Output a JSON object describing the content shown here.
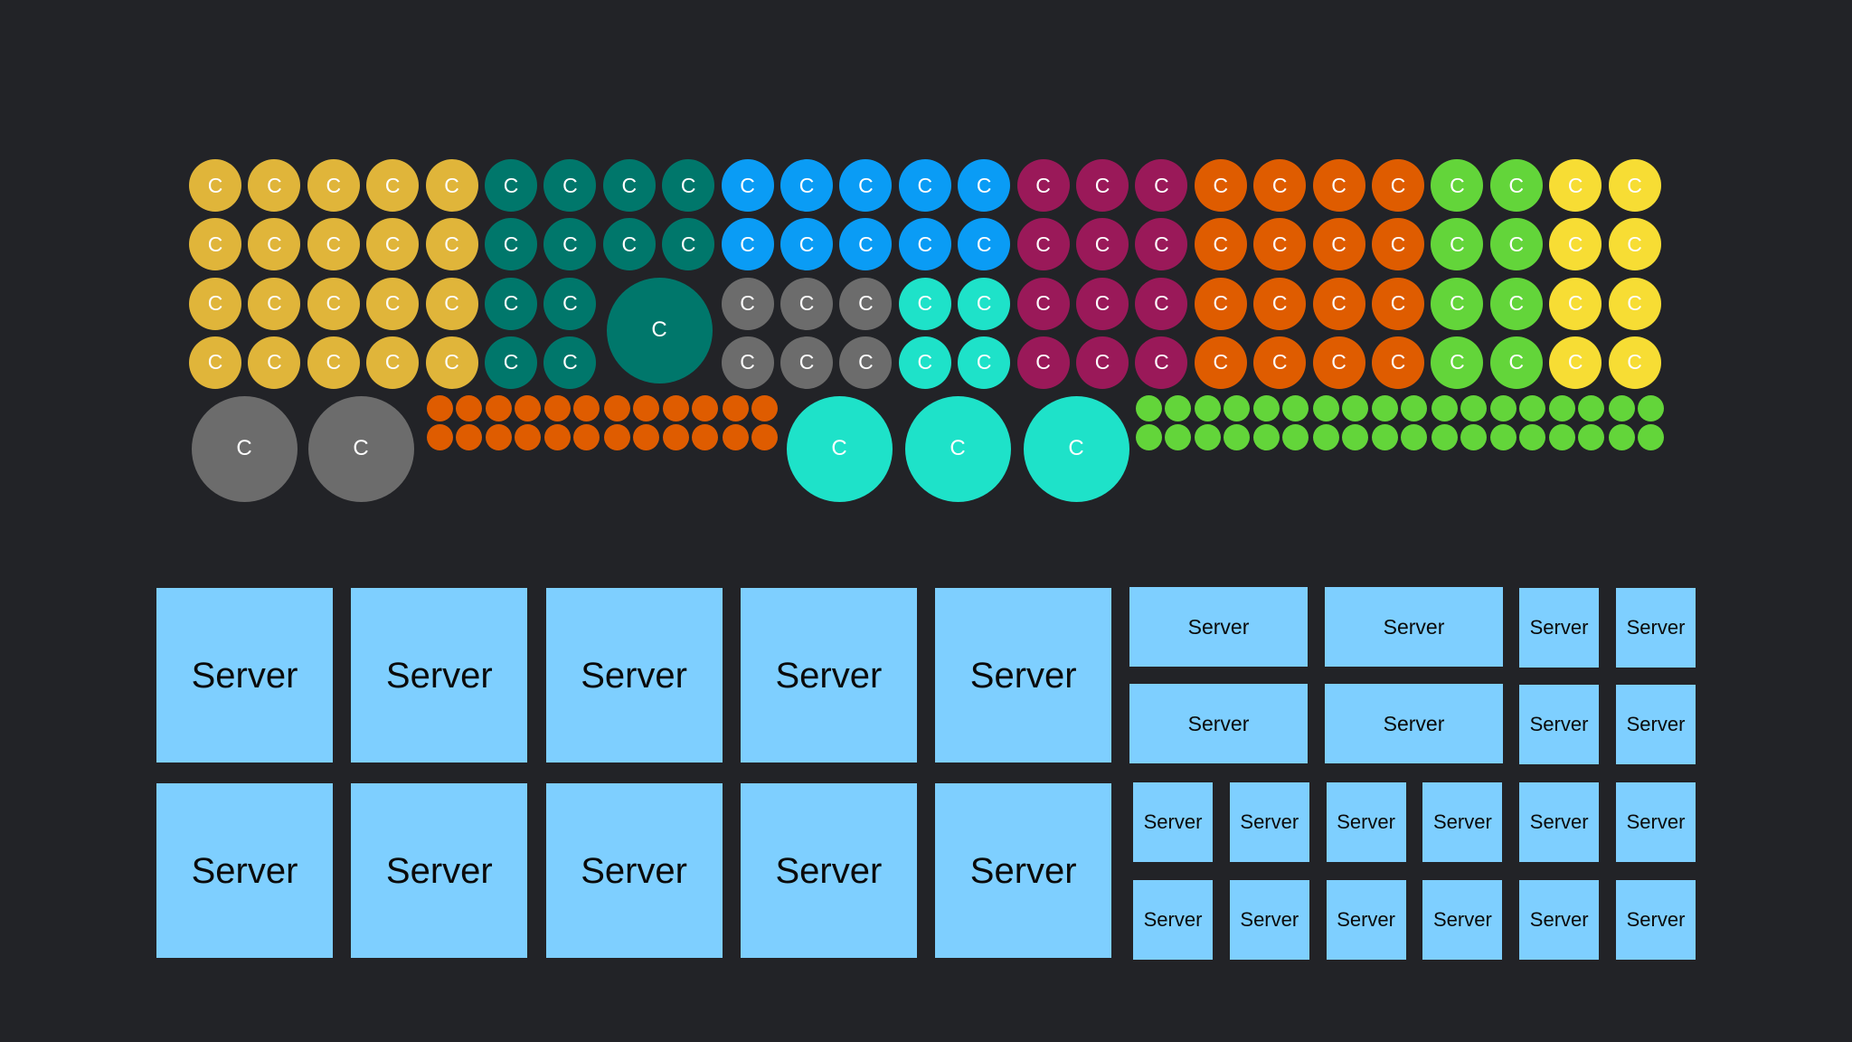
{
  "labels": {
    "container": "C",
    "server": "Server"
  },
  "colors": {
    "background": "#222327",
    "server_fill": "#7ecfff",
    "server_text": "#0a0a0a",
    "container_text": "#ffffff",
    "mustard": "#e0b53a",
    "teal": "#00776b",
    "blue": "#0a9cf5",
    "magenta": "#9a1959",
    "orange": "#df5c00",
    "green": "#63d53a",
    "yellow": "#f7dd34",
    "gray": "#6c6c6c",
    "cyan": "#1ee2c9"
  },
  "containers": {
    "small_grid_columns": [
      "mustard",
      "mustard",
      "mustard",
      "mustard",
      "mustard",
      "teal",
      "teal",
      "teal",
      "teal",
      "blue",
      "blue",
      "blue",
      "blue",
      "blue",
      "magenta",
      "magenta",
      "magenta",
      "orange",
      "orange",
      "orange",
      "orange",
      "green",
      "green",
      "yellow",
      "yellow"
    ],
    "small_grid_overrides": [
      {
        "row": 2,
        "col": 9,
        "color": "gray"
      },
      {
        "row": 2,
        "col": 10,
        "color": "gray"
      },
      {
        "row": 2,
        "col": 11,
        "color": "gray"
      },
      {
        "row": 3,
        "col": 9,
        "color": "gray"
      },
      {
        "row": 3,
        "col": 10,
        "color": "gray"
      },
      {
        "row": 3,
        "col": 11,
        "color": "gray"
      },
      {
        "row": 2,
        "col": 12,
        "color": "cyan"
      },
      {
        "row": 2,
        "col": 13,
        "color": "cyan"
      },
      {
        "row": 3,
        "col": 12,
        "color": "cyan"
      },
      {
        "row": 3,
        "col": 13,
        "color": "cyan"
      }
    ],
    "small_grid_gaps": [
      {
        "row": 2,
        "col": 7
      },
      {
        "row": 2,
        "col": 8
      },
      {
        "row": 3,
        "col": 7
      },
      {
        "row": 3,
        "col": 8
      }
    ],
    "large_containers": [
      {
        "color": "teal",
        "span_cols": [
          7,
          8
        ],
        "span_rows": [
          2,
          3
        ]
      },
      {
        "color": "gray",
        "span_cols": [
          0,
          1
        ],
        "span_rows": [
          4,
          5
        ]
      },
      {
        "color": "gray",
        "span_cols": [
          2,
          3
        ],
        "span_rows": [
          4,
          5
        ]
      },
      {
        "color": "cyan",
        "span_cols": [
          10,
          11
        ],
        "span_rows": [
          4,
          5
        ]
      },
      {
        "color": "cyan",
        "span_cols": [
          12,
          13
        ],
        "span_rows": [
          4,
          5
        ]
      },
      {
        "color": "cyan",
        "span_cols": [
          14,
          15
        ],
        "span_rows": [
          4,
          5
        ]
      }
    ],
    "dot_clusters": [
      {
        "color": "orange",
        "count": 6
      },
      {
        "color": "green",
        "count": 9
      }
    ]
  },
  "servers": {
    "large_count": 10,
    "medium_count": 4,
    "small_count": 20
  }
}
